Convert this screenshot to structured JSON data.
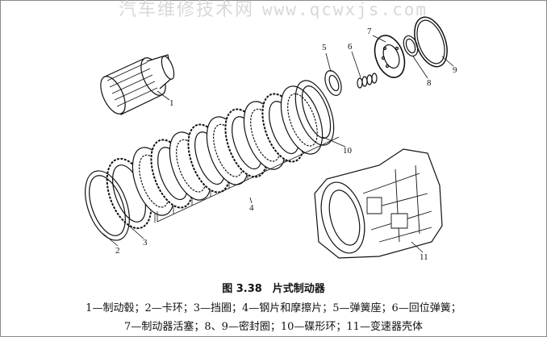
{
  "watermark": {
    "cn": "汽车维修技术网",
    "url": "www.qcwxjs.com"
  },
  "figure": {
    "title": "图 3.38　片式制动器",
    "legend_line1": "1—制动毂；2—卡环；3—挡圈；4—钢片和摩擦片；5—弹簧座；6—回位弹簧；",
    "legend_line2": "7—制动器活塞；8、9—密封圈；10—碟形环；11—变速器壳体"
  },
  "labels": {
    "l1": "1",
    "l2": "2",
    "l3": "3",
    "l4": "4",
    "l5": "5",
    "l6": "6",
    "l7": "7",
    "l8": "8",
    "l9": "9",
    "l10": "10",
    "l11": "11"
  }
}
